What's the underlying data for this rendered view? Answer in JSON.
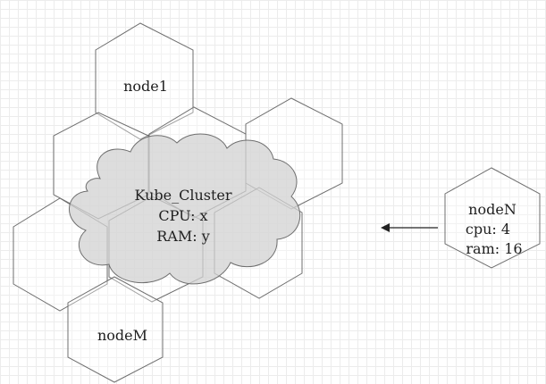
{
  "nodes": {
    "node1": "node1",
    "nodeM": "nodeM",
    "nodeN": {
      "name": "nodeN",
      "cpu": "cpu: 4",
      "ram": "ram: 16"
    }
  },
  "cluster": {
    "name": "Kube_Cluster",
    "cpu": "CPU: x",
    "ram": "RAM: y"
  },
  "colors": {
    "grid": "#ececec",
    "stroke": "#6f6f6f",
    "cloud_fill": "#d2d2d2",
    "text": "#1f1f1f",
    "arrow": "#222222"
  }
}
